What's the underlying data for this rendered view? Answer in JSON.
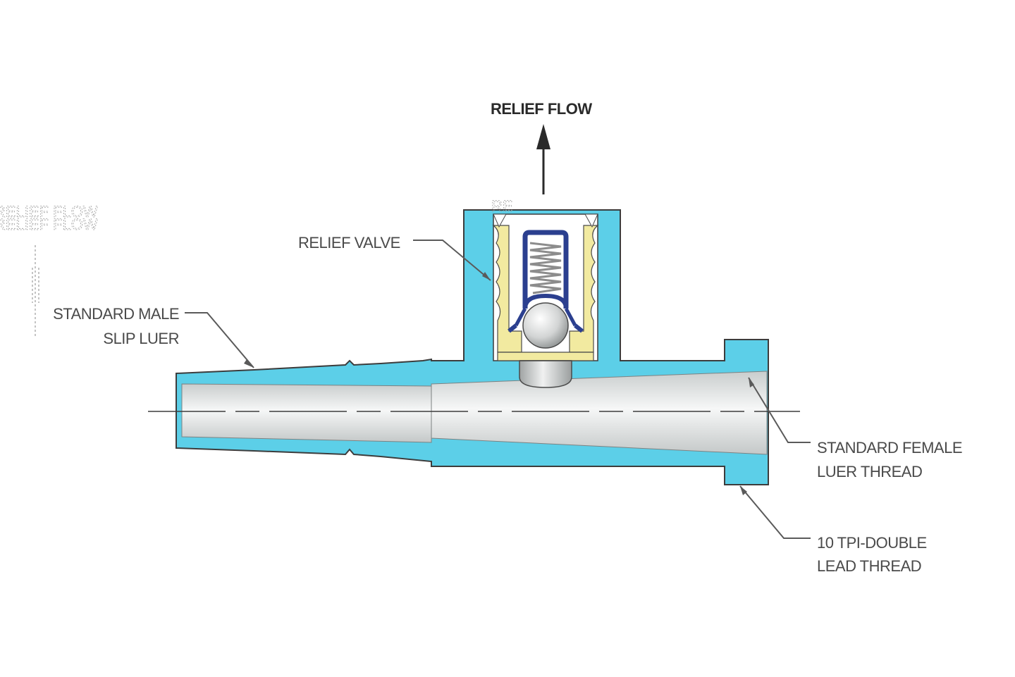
{
  "labels": {
    "relief_flow": "RELIEF FLOW",
    "relief_valve": "RELIEF VALVE",
    "male_luer_line1": "STANDARD MALE",
    "male_luer_line2": "SLIP LUER",
    "female_luer_line1": "STANDARD FEMALE",
    "female_luer_line2": "LUER THREAD",
    "thread_line1": "10 TPI-DOUBLE",
    "thread_line2": "LEAD THREAD",
    "ghost_relief_flow": "RELIEF FLOW",
    "ghost_fragment": "RE"
  },
  "colors": {
    "body": "#5ccfe8",
    "bore": "#e6e8e8",
    "insert": "#f2eaa0",
    "cage": "#2b3f8f",
    "spring": "#8c8c8c"
  }
}
